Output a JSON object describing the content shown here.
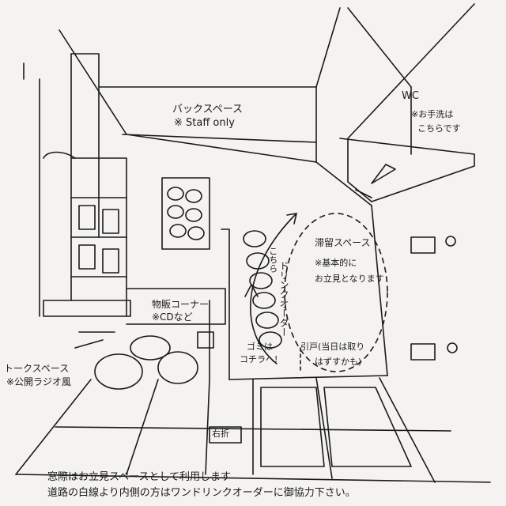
{
  "labels": {
    "backspace_title": "バックスペース",
    "backspace_note": "※ Staff only",
    "wc_title": "WC",
    "wc_line1": "※お手洗は",
    "wc_line2": "こちらです",
    "stay_title": "滞留スペース",
    "stay_line1": "※基本的に",
    "stay_line2": "お立見となります",
    "door_line1": "引戸(当日は取り",
    "door_line2": "はずすかも)",
    "goods_title": "物販コーナー",
    "goods_note": "※CDなど",
    "talk_title": "トークスペース",
    "talk_note": "※公開ラジオ風",
    "drink_order": "ドリンクオーダー",
    "drink_here": "こちら",
    "trash_line1": "ゴミは",
    "trash_line2": "コチラへ!",
    "road_sign": "右折",
    "note_line1": "窓際はお立見スペースとして利用します",
    "note_line2": "道路の白線より内側の方はワンドリンクオーダーに御協力下さい。"
  }
}
